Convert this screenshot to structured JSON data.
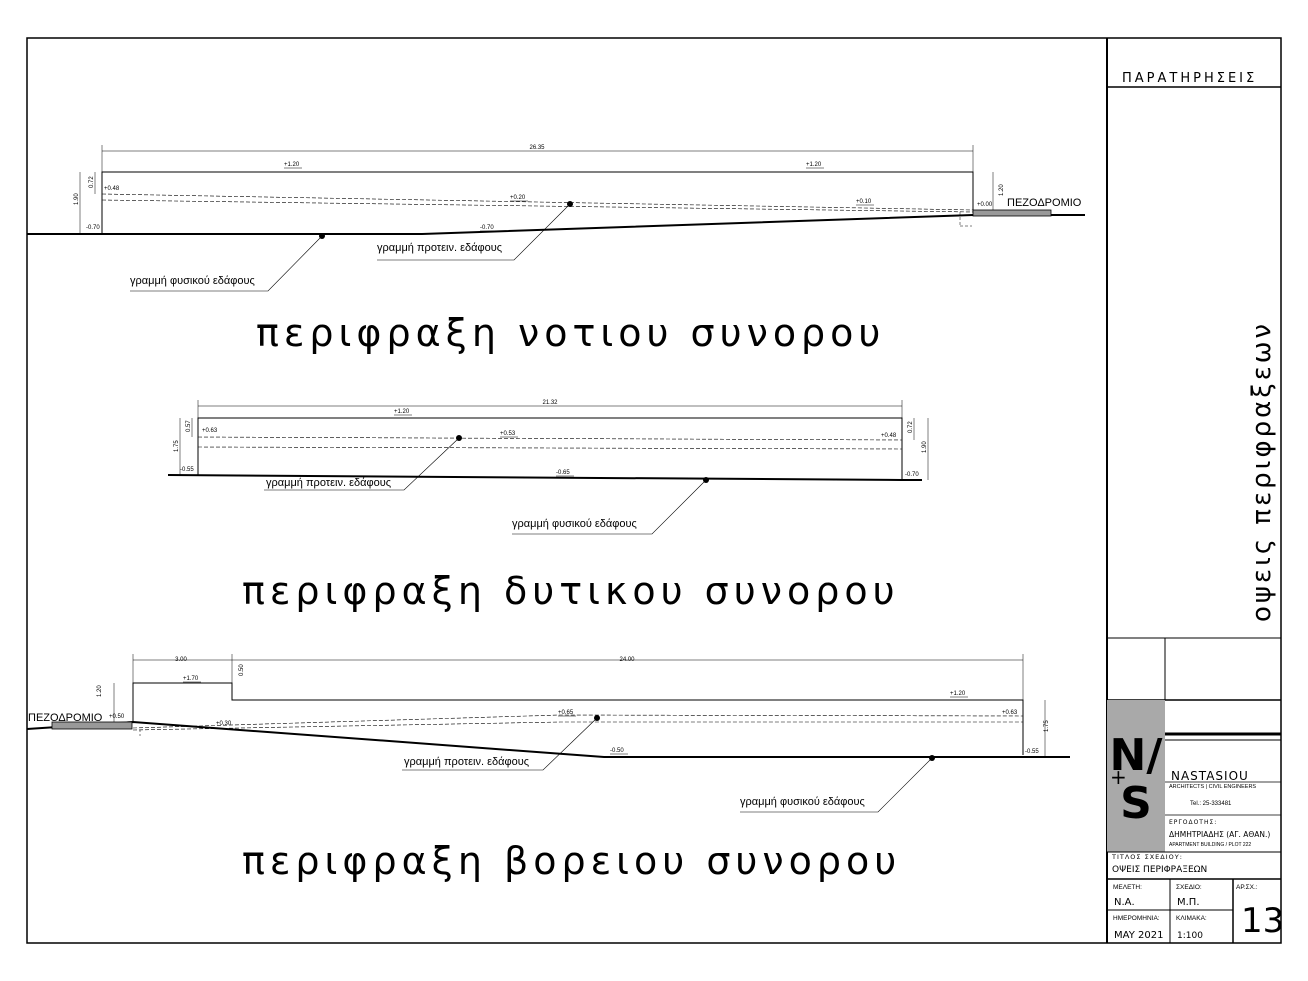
{
  "sections": [
    {
      "title": "περιφραξη νοτιου συνορου",
      "total_dim": "26.35",
      "side_dims": [
        "1.90",
        "0.72",
        "1.20"
      ],
      "levels": [
        "+1.20",
        "+1.20",
        "+0.48",
        "+0.20",
        "+0.10",
        "+0.00",
        "-0.70",
        "-0.70"
      ],
      "labels": {
        "natural": "γραμμή φυσικού εδάφους",
        "proposed": "γραμμή προτειν. εδάφους",
        "sidewalk": "ΠΕΖΟΔΡΟΜΙΟ"
      }
    },
    {
      "title": "περιφραξη δυτικου συνορου",
      "total_dim": "21.32",
      "side_dims": [
        "0.57",
        "1.75",
        "0.72",
        "1.90"
      ],
      "levels": [
        "+1.20",
        "+0.63",
        "+0.53",
        "+0.48",
        "-0.55",
        "-0.65",
        "-0.70"
      ],
      "labels": {
        "natural": "γραμμή φυσικού εδάφους",
        "proposed": "γραμμή προτειν. εδάφους"
      }
    },
    {
      "title": "περιφραξη βορειου συνορου",
      "dims": [
        "3.00",
        "24.00"
      ],
      "side_dims": [
        "1.20",
        "0.50",
        "1.75"
      ],
      "levels": [
        "+1.70",
        "+1.20",
        "+0.50",
        "+0.30",
        "+0.65",
        "+0.63",
        "-0.50",
        "-0.55"
      ],
      "labels": {
        "natural": "γραμμή φυσικού εδάφους",
        "proposed": "γραμμή προτειν. εδάφους",
        "sidewalk": "ΠΕΖΟΔΡΟΜΙΟ"
      }
    }
  ],
  "titleblock": {
    "remarks": "ΠΑΡΑΤΗΡΗΣΕΙΣ",
    "vertical_title": "οψεις περιφραξεων",
    "company": "NASTASIOU",
    "company_sub": "ARCHITECTS | CIVIL ENGINEERS",
    "tel": "Tel.: 25-333481",
    "client_label": "ΕΡΓΟΔΟΤΗΣ:",
    "client": "ΔΗΜΗΤΡΙΑΔΗΣ (ΑΓ. ΑΘΑΝ.)",
    "project": "APARTMENT BUILDING / PLOT 222",
    "drawing_title_label": "ΤΙΤΛΟΣ ΣΧΕΔΙΟΥ:",
    "drawing_title": "ΟΨΕΙΣ ΠΕΡΙΦΡΑΞΕΩΝ",
    "study_label": "ΜΕΛΕΤΗ:",
    "study": "Ν.Α.",
    "drawn_label": "ΣΧΕΔΙΟ:",
    "drawn": "Μ.Π.",
    "sheet_no_label": "ΑΡ.ΣΧ.:",
    "sheet_no": "13",
    "date_label": "ΗΜΕΡΟΜΗΝΙΑ:",
    "date": "MAY 2021",
    "scale_label": "ΚΛΙΜΑΚΑ:",
    "scale": "1:100"
  }
}
